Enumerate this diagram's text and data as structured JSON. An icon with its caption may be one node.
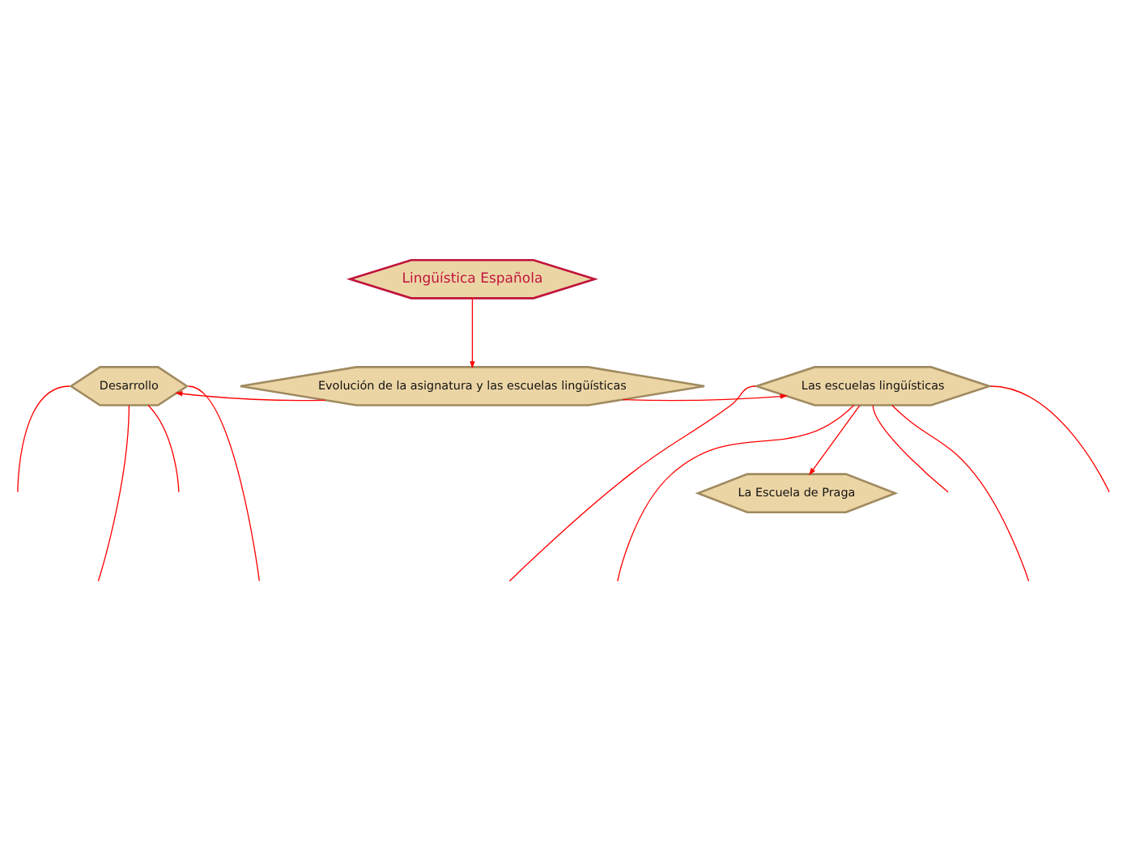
{
  "diagram": {
    "nodes": [
      {
        "text": [
          "Lingüística Española"
        ]
      },
      {
        "text": [
          "Evolución de la asignatura y las escuelas lingüísticas"
        ]
      },
      {
        "text": [
          "Desarrollo"
        ]
      },
      {
        "text": [
          "Las escuelas lingüísticas"
        ]
      },
      {
        "text": [
          "La Escuela de Praga"
        ]
      }
    ],
    "edges": [
      {
        "from": 0,
        "to": 1,
        "arrow": "to"
      },
      {
        "from": 1,
        "to": 2,
        "arrow": "to"
      },
      {
        "from": 1,
        "to": 3,
        "arrow": "to"
      },
      {
        "from": 3,
        "to": 4,
        "arrow": "to"
      },
      {
        "from": 2,
        "to": null,
        "arrow": "none"
      },
      {
        "from": 2,
        "to": null,
        "arrow": "none"
      },
      {
        "from": 2,
        "to": null,
        "arrow": "none"
      },
      {
        "from": 2,
        "to": null,
        "arrow": "none"
      },
      {
        "from": 3,
        "to": null,
        "arrow": "none"
      },
      {
        "from": 3,
        "to": null,
        "arrow": "none"
      },
      {
        "from": 3,
        "to": null,
        "arrow": "none"
      },
      {
        "from": 3,
        "to": null,
        "arrow": "none"
      },
      {
        "from": 3,
        "to": null,
        "arrow": "none"
      }
    ]
  }
}
